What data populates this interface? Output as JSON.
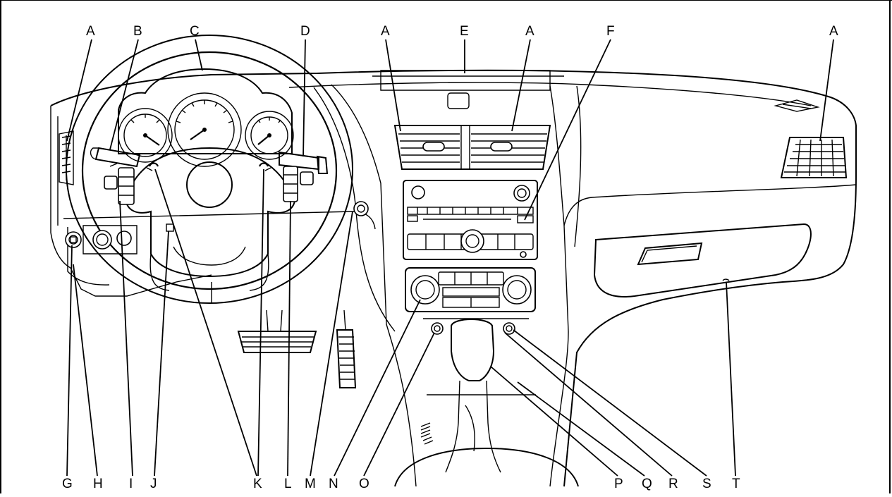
{
  "diagram": {
    "callouts": {
      "a_top_left": "A",
      "b": "B",
      "c": "C",
      "d": "D",
      "a_center_left": "A",
      "e": "E",
      "a_center_right": "A",
      "f": "F",
      "a_right": "A",
      "g": "G",
      "h": "H",
      "i": "I",
      "j": "J",
      "k": "K",
      "l": "L",
      "m": "M",
      "n": "N",
      "o": "O",
      "p": "P",
      "q": "Q",
      "r": "R",
      "s": "S",
      "t": "T"
    }
  }
}
